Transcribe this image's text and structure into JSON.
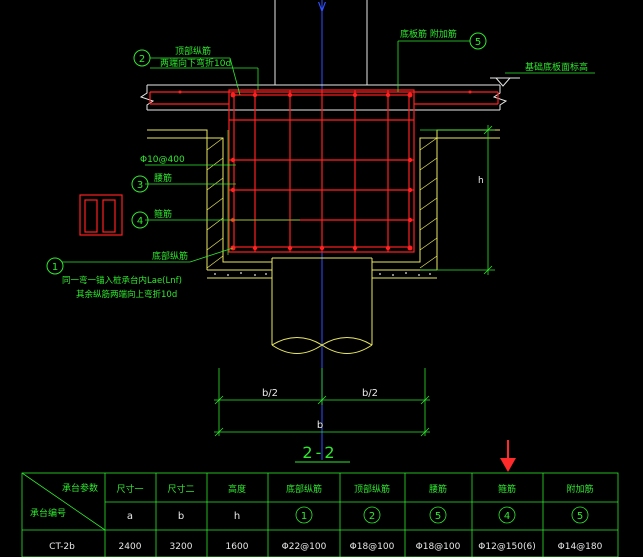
{
  "colors": {
    "background": "#000000",
    "rebar": "#ff2020",
    "concrete": "#e8e860",
    "annotation": "#2ee82e",
    "white": "#e8e8e8",
    "blue": "#3050ff",
    "arrow": "#ff2a2a"
  },
  "top_marker": "V",
  "callouts": {
    "c2_num": "2",
    "c2_line1": "顶部纵筋",
    "c2_line2": "两端向下弯折10d",
    "c5_top_text": "底板筋 附加筋",
    "c5_top_num": "5",
    "slab_label": "基础底板面标高",
    "stirrup_spec": "Φ10@400",
    "c3_num": "3",
    "c3_text": "腰筋",
    "c4_num": "4",
    "c4_text": "箍筋",
    "bottom_label": "底部纵筋",
    "c1_num": "1",
    "c1_line1": "同一弯一锚入桩承台内Lae(Lnf)",
    "c1_line2": "其余纵筋两端向上弯折10d"
  },
  "dims": {
    "height_label": "h",
    "half_left": "b/2",
    "half_right": "b/2",
    "total": "b"
  },
  "section_title": "2-2",
  "table": {
    "diag_top": "承台参数",
    "diag_bottom": "承台编号",
    "headers": [
      "尺寸一",
      "尺寸二",
      "高度",
      "底部纵筋",
      "顶部纵筋",
      "腰筋",
      "箍筋",
      "附加筋"
    ],
    "subheaders": [
      "a",
      "b",
      "h",
      "1",
      "2",
      "5",
      "4",
      "5"
    ],
    "rows": [
      [
        "CT-2b",
        "2400",
        "3200",
        "1600",
        "Φ22@100",
        "Φ18@100",
        "Φ18@100",
        "Φ12@150(6)",
        "Φ14@180"
      ]
    ]
  }
}
